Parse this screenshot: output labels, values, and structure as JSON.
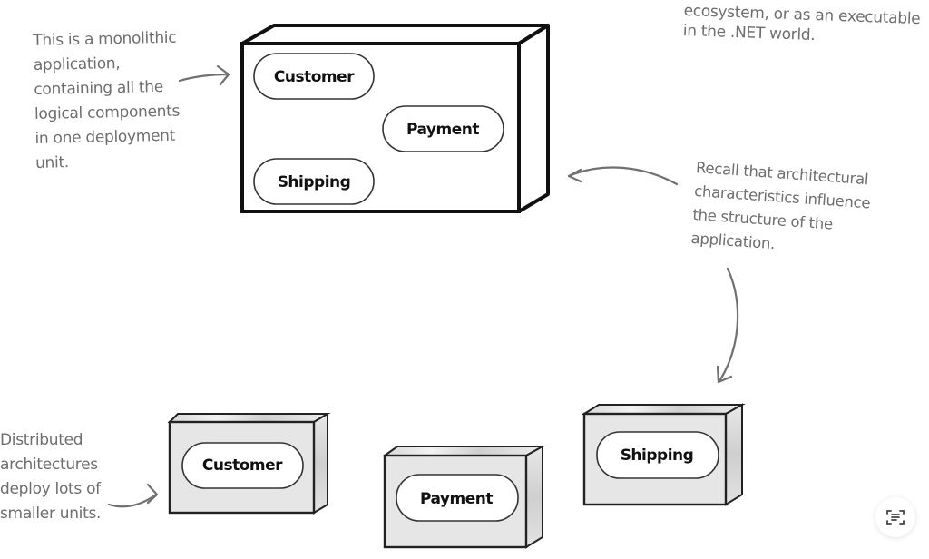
{
  "annotations": {
    "monolith_note": "This is a monolithic\napplication,\ncontaining all the\nlogical components\nin one deployment\nunit.",
    "top_note": "ecosystem, or as an executable\nin the .NET world.",
    "recall_note": "Recall that architectural\ncharacteristics influence\nthe structure of the\napplication.",
    "distributed_note": "Distributed\narchitectures\ndeploy lots of\nsmaller units."
  },
  "monolith": {
    "components": [
      "Customer",
      "Payment",
      "Shipping"
    ]
  },
  "distributed": {
    "units": [
      "Customer",
      "Payment",
      "Shipping"
    ]
  },
  "colors": {
    "annotation_text": "#6e6e6e",
    "box_outline": "#111111",
    "unit_fill": "#e6e6e6"
  },
  "icons": {
    "fab": "text-scan-icon"
  }
}
